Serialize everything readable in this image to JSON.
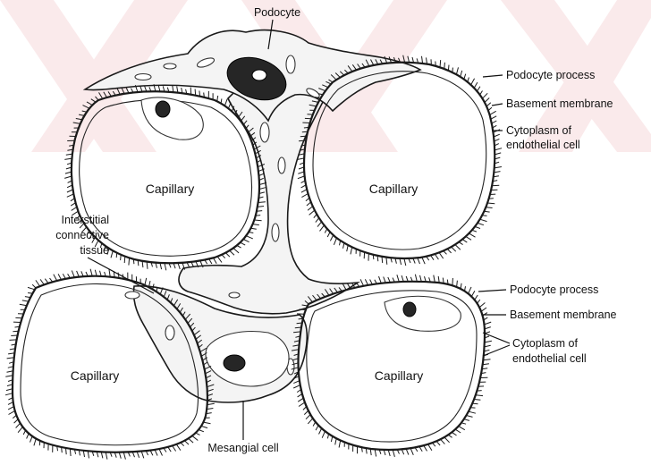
{
  "watermark_color": "#f7d9dc",
  "labels": {
    "podocyte": "Podocyte",
    "podocyte_process_top": "Podocyte process",
    "basement_membrane_top": "Basement membrane",
    "cytoplasm_top_1": "Cytoplasm of",
    "cytoplasm_top_2": "endothelial cell",
    "interstitial_1": "Interstitial",
    "interstitial_2": "connective",
    "interstitial_3": "tissue",
    "podocyte_process_bottom": "Podocyte process",
    "basement_membrane_bottom": "Basement membrane",
    "cytoplasm_bottom_1": "Cytoplasm of",
    "cytoplasm_bottom_2": "endothelial cell",
    "mesangial_cell": "Mesangial cell"
  },
  "capillaries": [
    {
      "label": "Capillary"
    },
    {
      "label": "Capillary"
    },
    {
      "label": "Capillary"
    },
    {
      "label": "Capillary"
    }
  ]
}
